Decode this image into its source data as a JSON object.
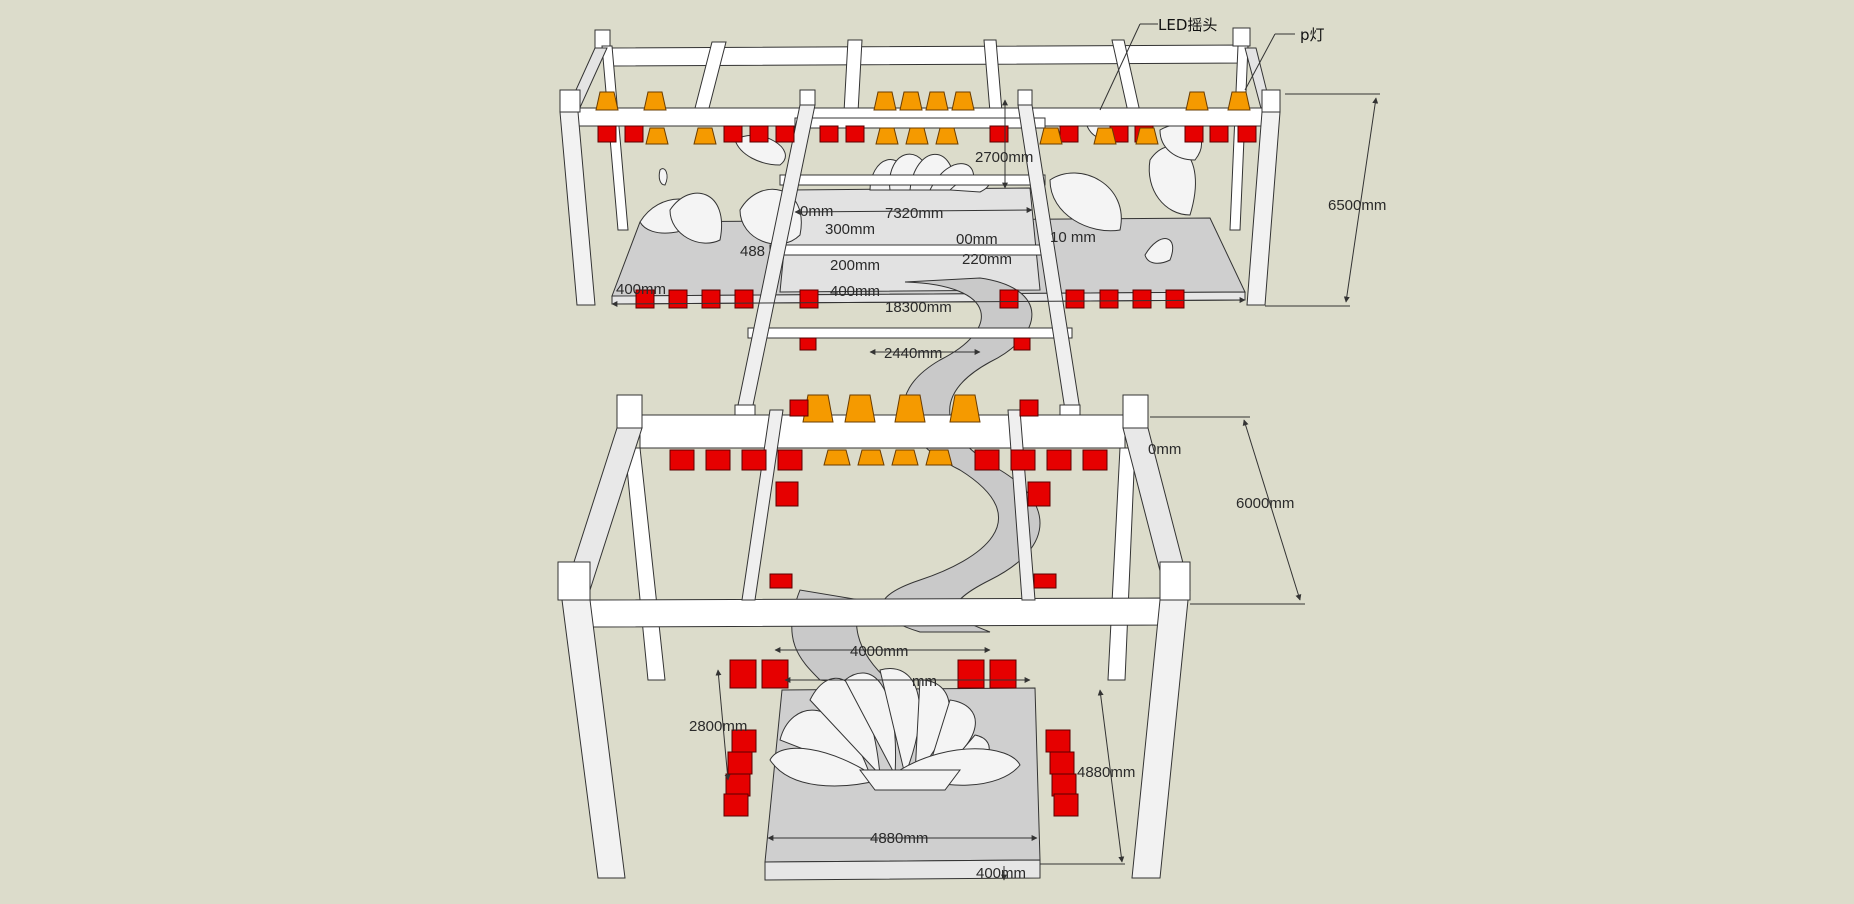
{
  "callouts": {
    "led_moving_head": "LED摇头",
    "par_light": "p灯"
  },
  "dimensions": {
    "upper_truss_height": "6500mm",
    "lower_truss_height": "6000mm",
    "stage_width": "18300mm",
    "runway_width": "7320mm",
    "runway_depth": "2700mm",
    "catwalk_width": "2440mm",
    "step_300": "300mm",
    "step_200": "200mm",
    "step_220": "220mm",
    "step_400_left": "400mm",
    "step_400_mid": "400mm",
    "partial_left": "0mm",
    "partial_right": "00mm",
    "partial_right2": "10   mm",
    "partial_488": "488",
    "partial_lower": "0mm",
    "lower_4000": "4000mm",
    "lower_mm": "mm",
    "lower_2800": "2800mm",
    "lower_4880_side": "4880mm",
    "lower_4880_front": "4880mm",
    "lower_400": "400mm"
  },
  "colors": {
    "background": "#dcdccb",
    "truss": "#ffffff",
    "led": "#e60000",
    "par": "#f59a00",
    "floor": "#cfcfcf"
  }
}
